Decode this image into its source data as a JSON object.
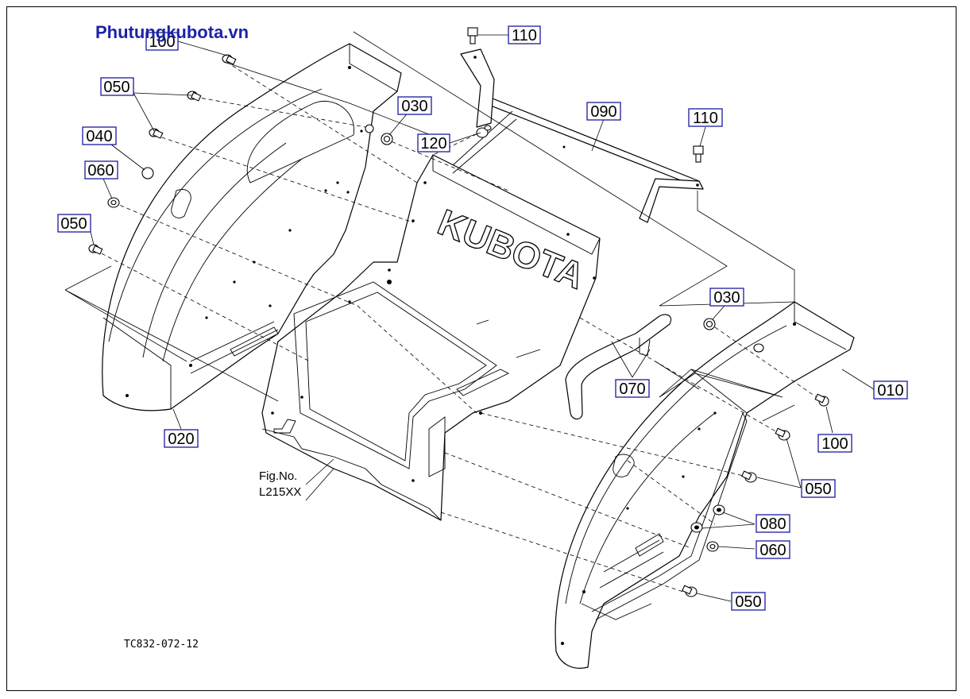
{
  "watermark": "Phutungkubota.vn",
  "figure_code": "TC832-072-12",
  "fig_no": {
    "line1": "Fig.No.",
    "line2": "L215XX"
  },
  "decal_text": "KUBOTA",
  "callouts": [
    {
      "id": "110-top",
      "label": "110"
    },
    {
      "id": "100-left",
      "label": "100"
    },
    {
      "id": "050-a",
      "label": "050"
    },
    {
      "id": "030-left",
      "label": "030"
    },
    {
      "id": "090",
      "label": "090"
    },
    {
      "id": "120",
      "label": "120"
    },
    {
      "id": "040",
      "label": "040"
    },
    {
      "id": "110-right",
      "label": "110"
    },
    {
      "id": "060-left",
      "label": "060"
    },
    {
      "id": "050-b",
      "label": "050"
    },
    {
      "id": "030-right",
      "label": "030"
    },
    {
      "id": "010",
      "label": "010"
    },
    {
      "id": "070",
      "label": "070"
    },
    {
      "id": "020",
      "label": "020"
    },
    {
      "id": "100-right",
      "label": "100"
    },
    {
      "id": "050-c",
      "label": "050"
    },
    {
      "id": "080",
      "label": "080"
    },
    {
      "id": "060-right",
      "label": "060"
    },
    {
      "id": "050-d",
      "label": "050"
    }
  ]
}
